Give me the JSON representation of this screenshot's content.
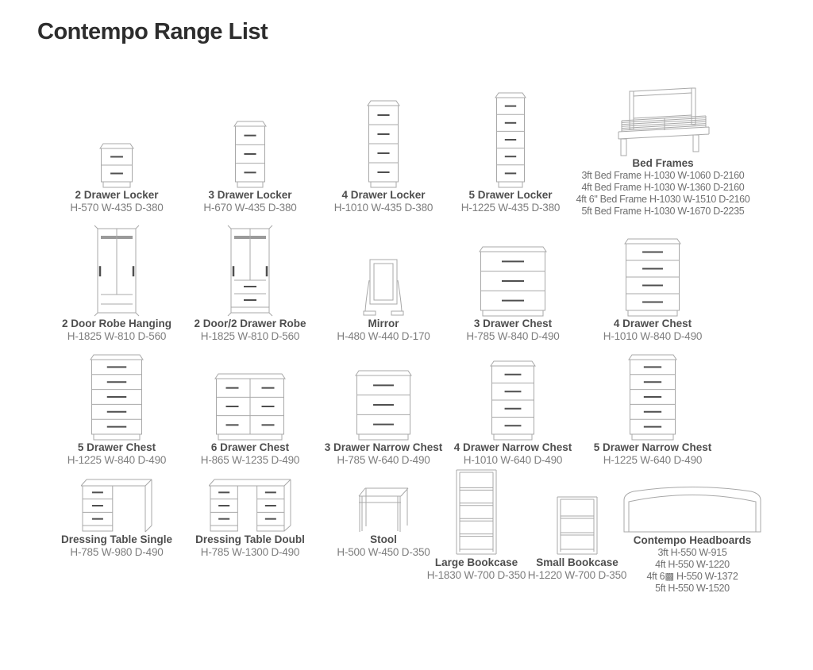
{
  "page": {
    "title": "Contempo Range List"
  },
  "colors": {
    "title": "#2d2d2d",
    "item_name": "#4e4e4e",
    "item_dims": "#7e7e7e",
    "line_art": "#a8a8a8",
    "handles": "#4f4f4f"
  },
  "items": [
    {
      "name": "2 Drawer Locker",
      "dims": "H-570 W-435 D-380"
    },
    {
      "name": "3 Drawer Locker",
      "dims": "H-670 W-435 D-380"
    },
    {
      "name": "4 Drawer Locker",
      "dims": "H-1010 W-435 D-380"
    },
    {
      "name": "5 Drawer Locker",
      "dims": "H-1225 W-435 D-380"
    },
    {
      "name": "Bed Frames",
      "lines": [
        "3ft Bed Frame H-1030 W-1060 D-2160",
        "4ft Bed Frame H-1030 W-1360 D-2160",
        "4ft 6\" Bed Frame H-1030 W-1510 D-2160",
        "5ft Bed Frame H-1030 W-1670 D-2235"
      ]
    },
    {
      "name": "2 Door Robe Hanging",
      "dims": "H-1825 W-810 D-560"
    },
    {
      "name": "2 Door/2 Drawer Robe",
      "dims": "H-1825 W-810 D-560"
    },
    {
      "name": "Mirror",
      "dims": "H-480 W-440 D-170"
    },
    {
      "name": "3 Drawer Chest",
      "dims": "H-785 W-840 D-490"
    },
    {
      "name": "4 Drawer Chest",
      "dims": "H-1010 W-840 D-490"
    },
    {
      "name": "5 Drawer Chest",
      "dims": "H-1225 W-840 D-490"
    },
    {
      "name": "6 Drawer Chest",
      "dims": "H-865 W-1235 D-490"
    },
    {
      "name": "3 Drawer Narrow Chest",
      "dims": "H-785 W-640 D-490"
    },
    {
      "name": "4 Drawer Narrow Chest",
      "dims": "H-1010 W-640 D-490"
    },
    {
      "name": "5 Drawer Narrow Chest",
      "dims": "H-1225 W-640 D-490"
    },
    {
      "name": "Dressing Table Single",
      "dims": "H-785 W-980 D-490"
    },
    {
      "name": "Dressing Table Doubl",
      "dims": "H-785 W-1300 D-490"
    },
    {
      "name": "Stool",
      "dims": "H-500 W-450 D-350"
    },
    {
      "name": "Large Bookcase",
      "dims": "H-1830 W-700 D-350"
    },
    {
      "name": "Small Bookcase",
      "dims": "H-1220 W-700 D-350"
    },
    {
      "name": "Contempo Headboards",
      "lines": [
        "3ft H-550 W-915",
        "4ft H-550 W-1220",
        "4ft 6▩ H-550 W-1372",
        "5ft H-550 W-1520"
      ]
    }
  ]
}
